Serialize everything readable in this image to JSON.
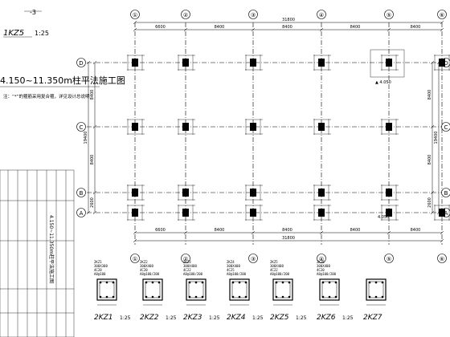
{
  "left_panel": {
    "mark_top": "-3",
    "detail_label": "1KZ5",
    "detail_scale": "1:25",
    "plan_title": "4.150~11.350m柱平法施工图",
    "plan_note": "注：“*”的箍筋采用复合箍，详见设计总说明",
    "table_text": "4.150~11.350m柱平法施工图"
  },
  "plan": {
    "axes_x": [
      "①",
      "②",
      "③",
      "④",
      "⑤",
      "⑥"
    ],
    "axes_y": [
      "D",
      "C",
      "B",
      "A"
    ],
    "spans_x": [
      "6600",
      "8400",
      "8400",
      "8400",
      "8400"
    ],
    "total_x": "31800",
    "spans_y": [
      "8400",
      "8400",
      "2600"
    ],
    "total_y": "19400",
    "elevation_tag": "4.050",
    "elevation_tag_bottom": "4.050"
  },
  "details": [
    {
      "name": "2KZ1",
      "scale": "1:25",
      "spec": [
        "2KZ1",
        "300X300",
        "4C20",
        "A8@100"
      ]
    },
    {
      "name": "2KZ2",
      "scale": "1:25",
      "spec": [
        "2KZ2",
        "300X400",
        "4C20",
        "A8@100/200"
      ]
    },
    {
      "name": "2KZ3",
      "scale": "1:25",
      "spec": [
        "2KZ3",
        "300X400",
        "4C22",
        "A8@100/200"
      ]
    },
    {
      "name": "2KZ4",
      "scale": "1:25",
      "spec": [
        "2KZ4",
        "300X400",
        "4C25",
        "A8@100/200"
      ]
    },
    {
      "name": "2KZ5",
      "scale": "1:25",
      "spec": [
        "2KZ5",
        "300X400",
        "4C22",
        "A8@100/200"
      ]
    },
    {
      "name": "2KZ6",
      "scale": "1:25",
      "spec": [
        "2KZ6",
        "300X400",
        "4C20",
        "A8@100/200"
      ]
    },
    {
      "name": "2KZ7",
      "scale": "",
      "spec": []
    }
  ]
}
